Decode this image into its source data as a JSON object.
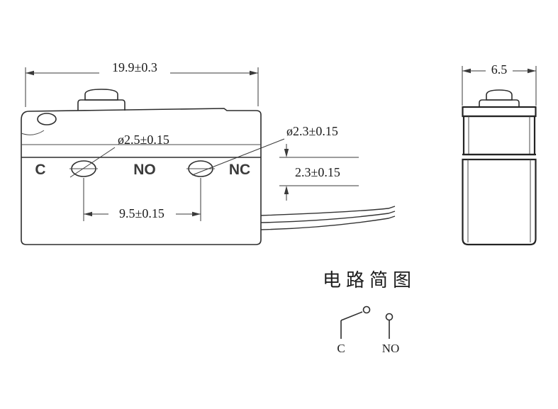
{
  "front_view": {
    "width_dim": "19.9±0.3",
    "hole_left_dim": "ø2.5±0.15",
    "hole_right_dim": "ø2.3±0.15",
    "hole_height_dim": "2.3±0.15",
    "hole_spacing_dim": "9.5±0.15",
    "terminal_c": "C",
    "terminal_no": "NO",
    "terminal_nc": "NC"
  },
  "side_view": {
    "width_dim": "6.5"
  },
  "circuit_diagram": {
    "title": "电路简图",
    "label_c": "C",
    "label_no": "NO"
  }
}
